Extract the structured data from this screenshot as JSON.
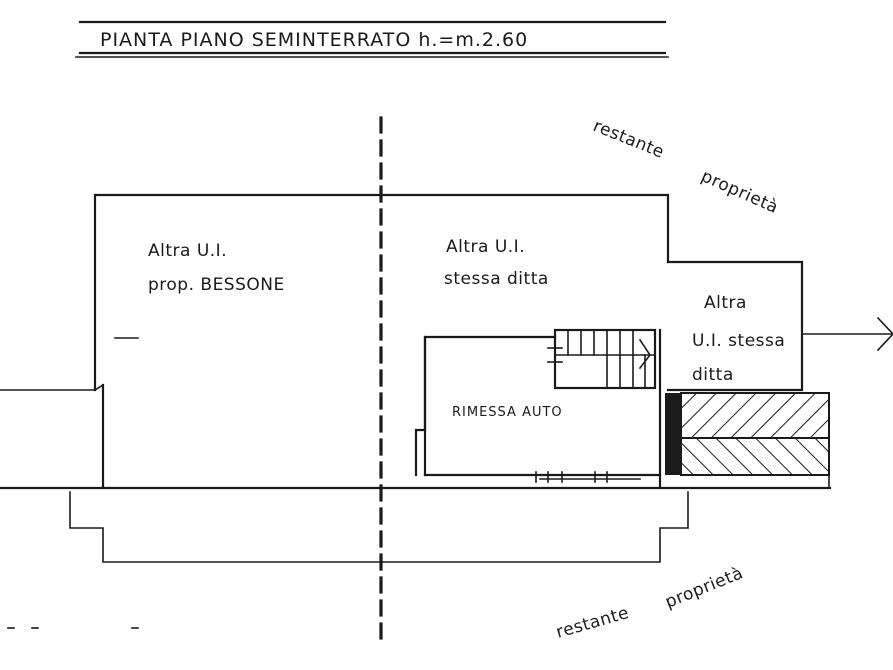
{
  "title": "PIANTA PIANO SEMINTERRATO  h.=m.2.60",
  "labels": {
    "unit_left_line1": "Altra U.I.",
    "unit_left_line2": "prop. BESSONE",
    "unit_mid_line1": "Altra U.I.",
    "unit_mid_line2": "stessa ditta",
    "unit_right_line1": "Altra",
    "unit_right_line2": "U.I. stessa",
    "unit_right_line3": "ditta",
    "garage": "RIMESSA AUTO",
    "rest_top_1": "restante",
    "rest_top_2": "proprietà",
    "rest_bottom_1": "restante",
    "rest_bottom_2": "proprietà"
  },
  "colors": {
    "ink": "#1a1a1a",
    "paper": "#ffffff"
  }
}
